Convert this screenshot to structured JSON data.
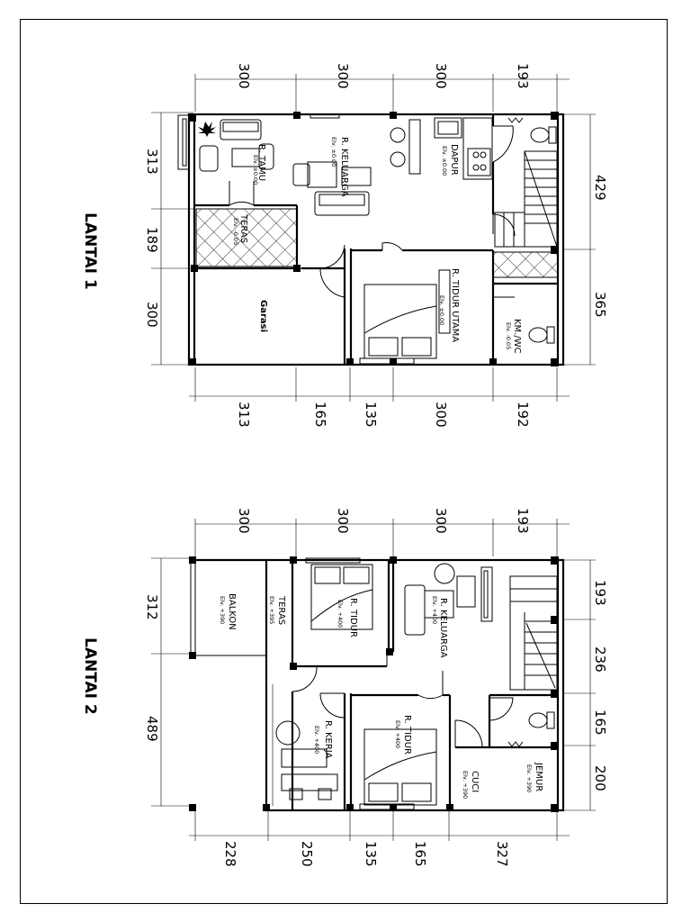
{
  "lantai1": {
    "title": "LANTAI 1",
    "dims_top": [
      "300",
      "300",
      "300",
      "193"
    ],
    "dims_bottom": [
      "313",
      "165",
      "135",
      "300",
      "192"
    ],
    "dims_left": [
      "313",
      "189",
      "300"
    ],
    "dims_right": [
      "429",
      "365"
    ],
    "rooms": {
      "tamu": {
        "name": "R. TAMU",
        "elv": "Elv. ±0.00"
      },
      "keluarga": {
        "name": "R. KELUARGA",
        "elv": "Elv. ±0.00"
      },
      "dapur": {
        "name": "DAPUR",
        "elv": "Elv. ±0.00"
      },
      "teras": {
        "name": "TERAS",
        "elv": "Elv. -0.05"
      },
      "garasi": {
        "name": "Garasi"
      },
      "tidur_utama": {
        "name": "R. TIDUR UTAMA",
        "elv": "Elv. ±0.00"
      },
      "kmwc": {
        "name": "KM./WC",
        "elv": "Elv. -0.05"
      }
    }
  },
  "lantai2": {
    "title": "LANTAI 2",
    "dims_top": [
      "300",
      "300",
      "300",
      "193"
    ],
    "dims_bottom": [
      "228",
      "250",
      "135",
      "165",
      "327"
    ],
    "dims_left": [
      "312",
      "489"
    ],
    "dims_right": [
      "193",
      "236",
      "165",
      "200"
    ],
    "rooms": {
      "balkon": {
        "name": "BALKON",
        "elv": "Elv. +390"
      },
      "teras": {
        "name": "TERAS",
        "elv": "Elv. +395"
      },
      "tidur1": {
        "name": "R. TIDUR",
        "elv": "Elv. +400"
      },
      "keluarga": {
        "name": "R. KELUARGA",
        "elv": "Elv. +400"
      },
      "kerja": {
        "name": "R. KERJA",
        "elv": "Elv. +400"
      },
      "tidur2": {
        "name": "R. TIDUR",
        "elv": "Elv. +400"
      },
      "cuci": {
        "name": "CUCI",
        "elv": "Elv. +390"
      },
      "jemur": {
        "name": "JEMUR",
        "elv": "Elv. +390"
      }
    }
  }
}
